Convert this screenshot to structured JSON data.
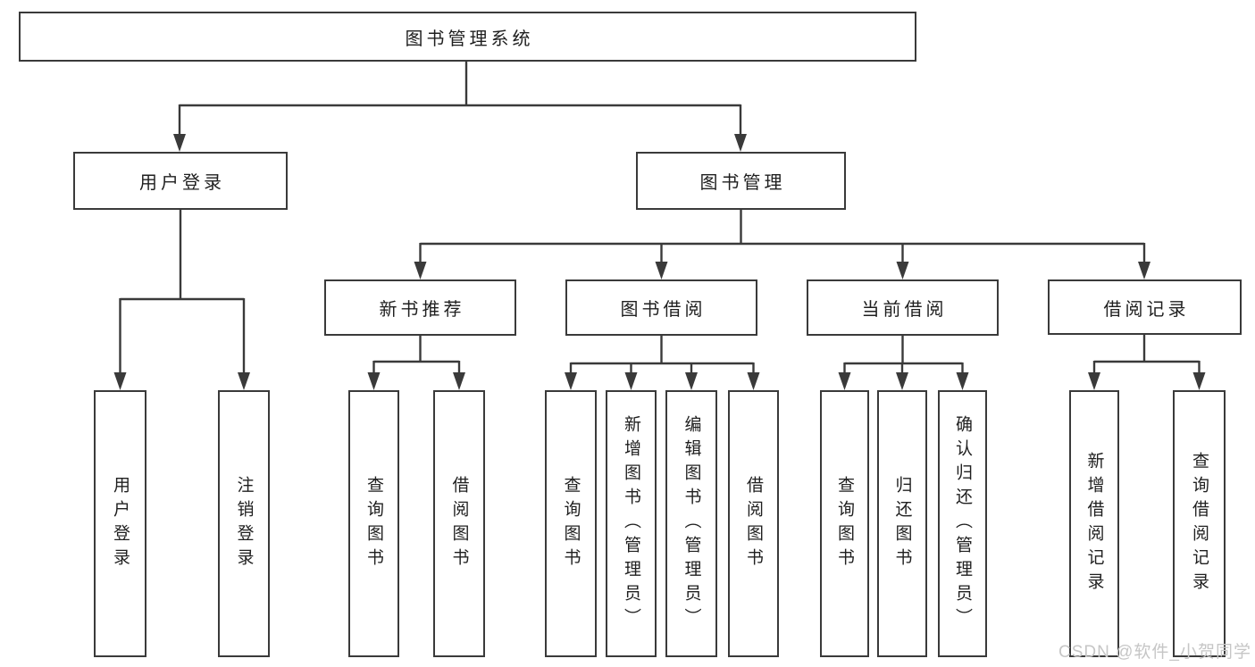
{
  "tree": {
    "label": "图书管理系统",
    "children": [
      {
        "label": "用户登录",
        "children": [
          {
            "label": "用户登录"
          },
          {
            "label": "注销登录"
          }
        ]
      },
      {
        "label": "图书管理",
        "children": [
          {
            "label": "新书推荐",
            "children": [
              {
                "label": "查询图书"
              },
              {
                "label": "借阅图书"
              }
            ]
          },
          {
            "label": "图书借阅",
            "children": [
              {
                "label": "查询图书"
              },
              {
                "label": "新增图书（管理员）"
              },
              {
                "label": "编辑图书（管理员）"
              },
              {
                "label": "借阅图书"
              }
            ]
          },
          {
            "label": "当前借阅",
            "children": [
              {
                "label": "查询图书"
              },
              {
                "label": "归还图书"
              },
              {
                "label": "确认归还（管理员）"
              }
            ]
          },
          {
            "label": "借阅记录",
            "children": [
              {
                "label": "新增借阅记录"
              },
              {
                "label": "查询借阅记录"
              }
            ]
          }
        ]
      }
    ]
  },
  "watermark": {
    "text": "CSDN @软件_小贺同学"
  },
  "colors": {
    "line": "#3a3a3a",
    "box_border": "#3a3a3a",
    "box_fill": "#ffffff",
    "text": "#1f1f1f",
    "watermark": "#c6c6c6",
    "background": "#ffffff"
  }
}
